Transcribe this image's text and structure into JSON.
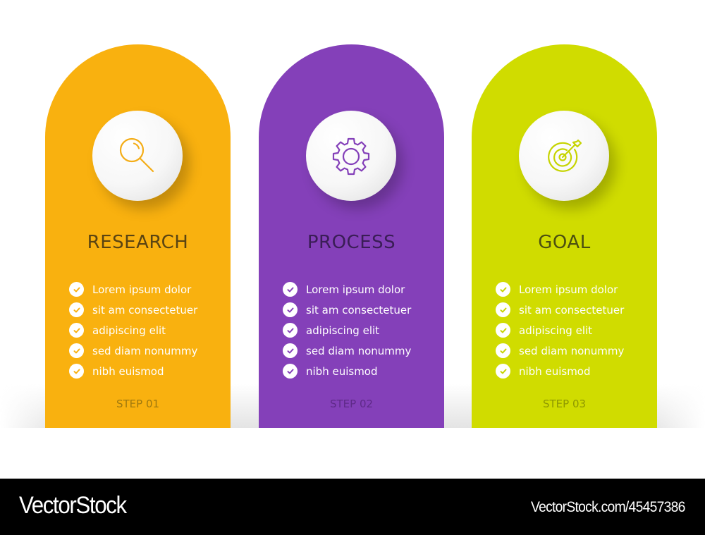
{
  "steps": [
    {
      "title": "RESEARCH",
      "icon": "magnifier-icon",
      "color": "#F9B10F",
      "title_color": "#5A4412",
      "step_color": "#A0790E",
      "items": [
        "Lorem ipsum dolor",
        "sit am consectetuer",
        "adipiscing elit",
        "sed diam nonummy",
        "nibh euismod"
      ],
      "step_label": "STEP 01"
    },
    {
      "title": "PROCESS",
      "icon": "gear-icon",
      "color": "#8440B9",
      "title_color": "#3A1D56",
      "step_color": "#5E2A88",
      "items": [
        "Lorem ipsum dolor",
        "sit am consectetuer",
        "adipiscing elit",
        "sed diam nonummy",
        "nibh euismod"
      ],
      "step_label": "STEP 02"
    },
    {
      "title": "GOAL",
      "icon": "target-icon",
      "color": "#D0DC00",
      "title_color": "#4C5010",
      "step_color": "#8E9800",
      "items": [
        "Lorem ipsum dolor",
        "sit am consectetuer",
        "adipiscing elit",
        "sed diam nonummy",
        "nibh euismod"
      ],
      "step_label": "STEP 03"
    }
  ],
  "footer": {
    "logo": "VectorStock",
    "image_id": "VectorStock.com/45457386"
  }
}
